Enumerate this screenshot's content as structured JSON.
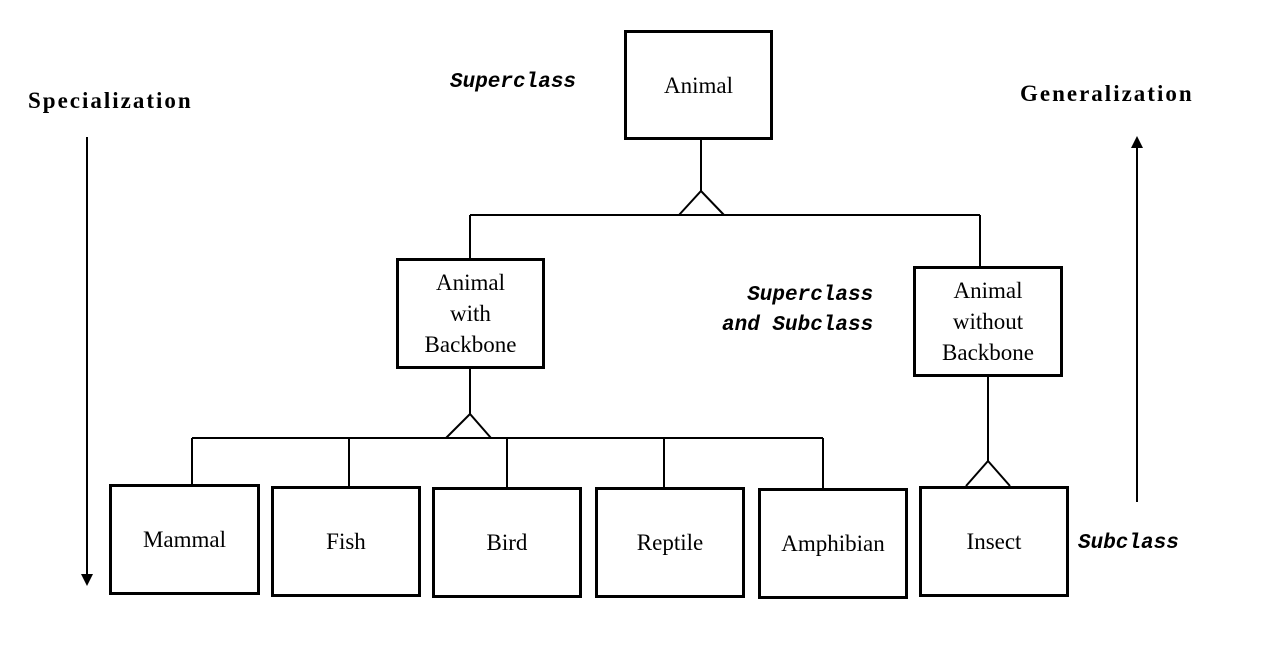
{
  "labels": {
    "specialization": "Specialization",
    "generalization": "Generalization",
    "superclass": "Superclass",
    "superclass_and_subclass": "Superclass\nand Subclass",
    "subclass": "Subclass"
  },
  "nodes": {
    "animal": "Animal",
    "with_backbone": "Animal\nwith\nBackbone",
    "without_backbone": "Animal\nwithout\nBackbone",
    "mammal": "Mammal",
    "fish": "Fish",
    "bird": "Bird",
    "reptile": "Reptile",
    "amphibian": "Amphibian",
    "insect": "Insect"
  },
  "hierarchy": [
    {
      "parent": "animal",
      "children": [
        "with_backbone",
        "without_backbone"
      ]
    },
    {
      "parent": "with_backbone",
      "children": [
        "mammal",
        "fish",
        "bird",
        "reptile",
        "amphibian"
      ]
    },
    {
      "parent": "without_backbone",
      "children": [
        "insect"
      ]
    }
  ]
}
